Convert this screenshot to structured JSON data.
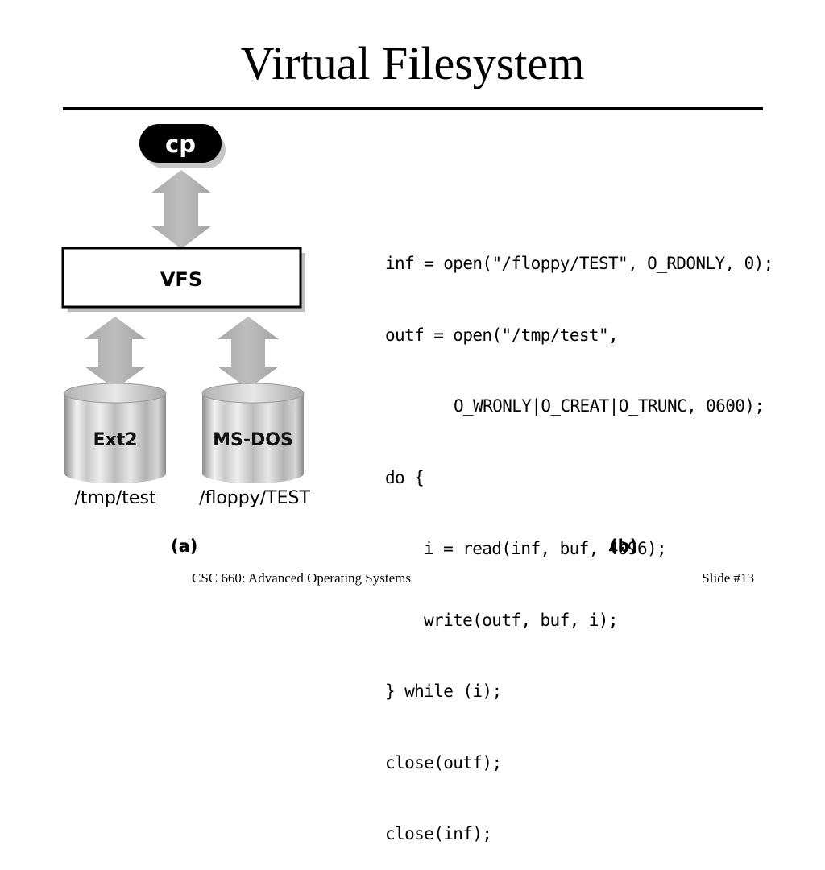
{
  "slide": {
    "title": "Virtual Filesystem"
  },
  "diagram": {
    "process": "cp",
    "vfs": "VFS",
    "filesystems": [
      {
        "name": "Ext2",
        "path": "/tmp/test"
      },
      {
        "name": "MS-DOS",
        "path": "/floppy/TEST"
      }
    ],
    "caption": "(a)"
  },
  "code": {
    "lines": [
      "inf = open(\"/floppy/TEST\", O_RDONLY, 0);",
      "outf = open(\"/tmp/test\",",
      "O_WRONLY|O_CREAT|O_TRUNC, 0600);",
      "do {",
      "i = read(inf, buf, 4096);",
      "write(outf, buf, i);",
      "} while (i);",
      "close(outf);",
      "close(inf);"
    ],
    "caption": "(b)"
  },
  "footer": {
    "course": "CSC 660: Advanced Operating Systems",
    "slide_number": "Slide #13"
  }
}
